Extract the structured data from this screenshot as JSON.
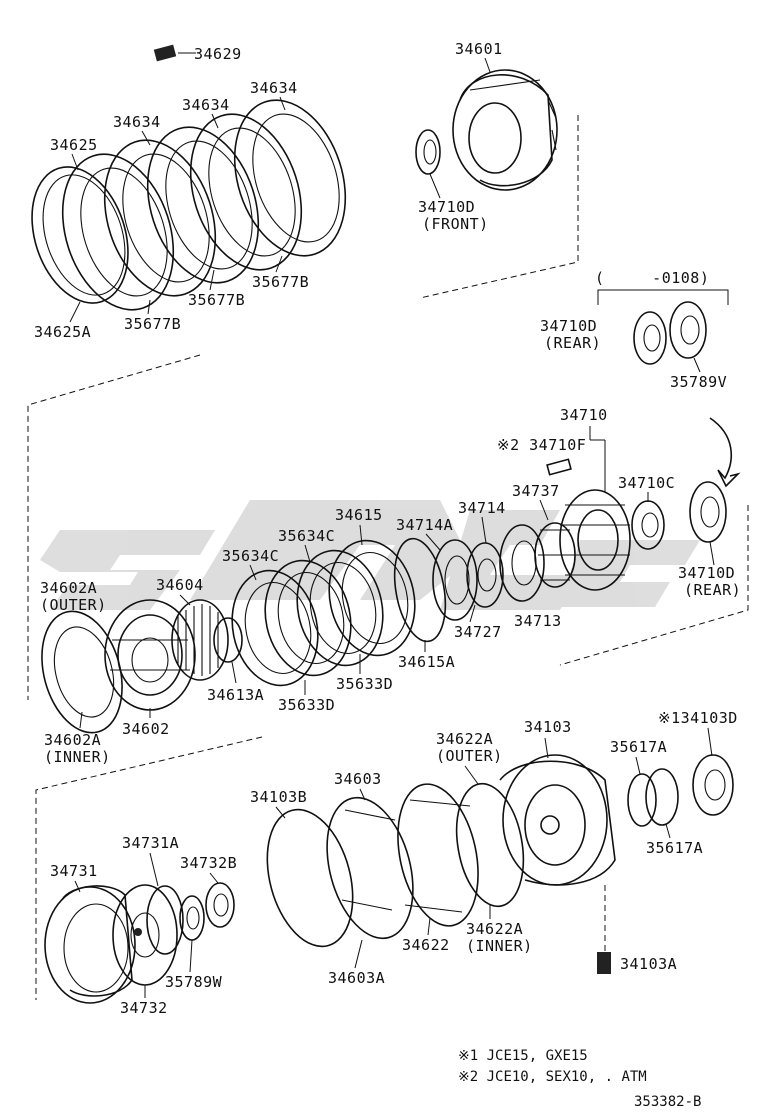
{
  "labels": {
    "p34629": "34629",
    "p34601": "34601",
    "p34634a": "34634",
    "p34634b": "34634",
    "p34634c": "34634",
    "p34625": "34625",
    "p34710d_front": "34710D",
    "front": "(FRONT)",
    "p35677b_a": "35677B",
    "p35677b_b": "35677B",
    "p35677b_c": "35677B",
    "p34625a": "34625A",
    "range_0108": "(     -0108)",
    "p34710d_rear1": "34710D",
    "rear1": "(REAR)",
    "p35789v": "35789V",
    "p34710": "34710",
    "p34710f": "※2 34710F",
    "p34737": "34737",
    "p34710c": "34710C",
    "p34615": "34615",
    "p34714a": "34714A",
    "p34714": "34714",
    "p35634c_a": "35634C",
    "p35634c_b": "35634C",
    "p34602a_outer": "34602A",
    "outer1": "(OUTER)",
    "p34604": "34604",
    "p34727": "34727",
    "p34713": "34713",
    "p34710d_rear2": "34710D",
    "rear2": "(REAR)",
    "p34615a": "34615A",
    "p35633d_a": "35633D",
    "p35633d_b": "35633D",
    "p34613a": "34613A",
    "p34602": "34602",
    "p34602a_inner": "34602A",
    "inner1": "(INNER)",
    "p34103": "34103",
    "p134103d": "※134103D",
    "p34622a_outer": "34622A",
    "outer2": "(OUTER)",
    "p35617a_a": "35617A",
    "p35617a_b": "35617A",
    "p34603": "34603",
    "p34103b": "34103B",
    "p34731a": "34731A",
    "p34732b": "34732B",
    "p34731": "34731",
    "p34622a_inner": "34622A",
    "inner2": "(INNER)",
    "p34622": "34622",
    "p34103a": "34103A",
    "p35789w": "35789W",
    "p34732": "34732",
    "p34603a": "34603A"
  },
  "notes": {
    "n1": "※1 JCE15, GXE15",
    "n2": "※2 JCE10, SEX10, . ATM"
  },
  "figure_id": "353382-B",
  "watermark": "carparts-logo"
}
